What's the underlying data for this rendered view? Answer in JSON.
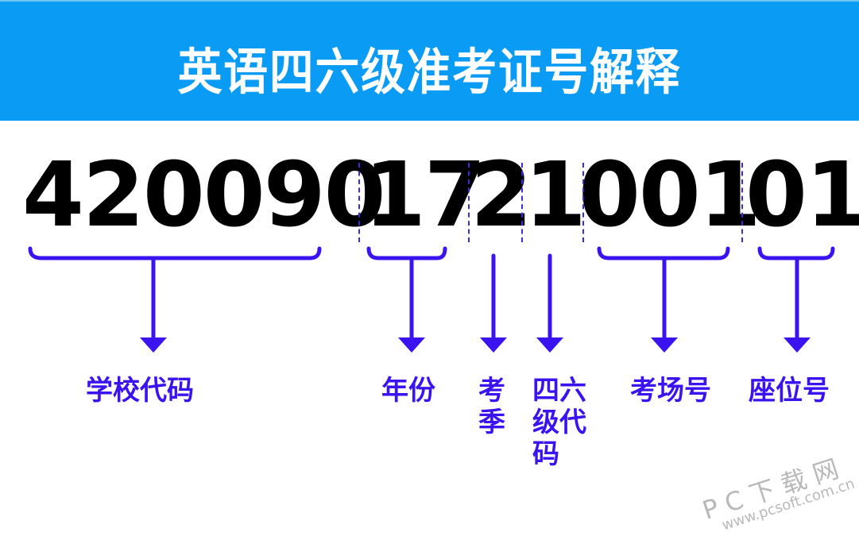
{
  "header": {
    "title": "英语四六级准考证号解释",
    "bg_color": "#0a9bf5"
  },
  "number": {
    "full": "420090172100101",
    "segments": [
      {
        "digits": "420090",
        "label": "学校代码"
      },
      {
        "digits": "17",
        "label": "年份"
      },
      {
        "digits": "2",
        "label": "考季"
      },
      {
        "digits": "1",
        "label": "四六级代码"
      },
      {
        "digits": "001",
        "label": "考场号"
      },
      {
        "digits": "01",
        "label": "座位号"
      }
    ]
  },
  "accent_color": "#3b13f0",
  "watermark": {
    "cn": "PC下载网",
    "url": "www.pcsoft.com.cn"
  }
}
